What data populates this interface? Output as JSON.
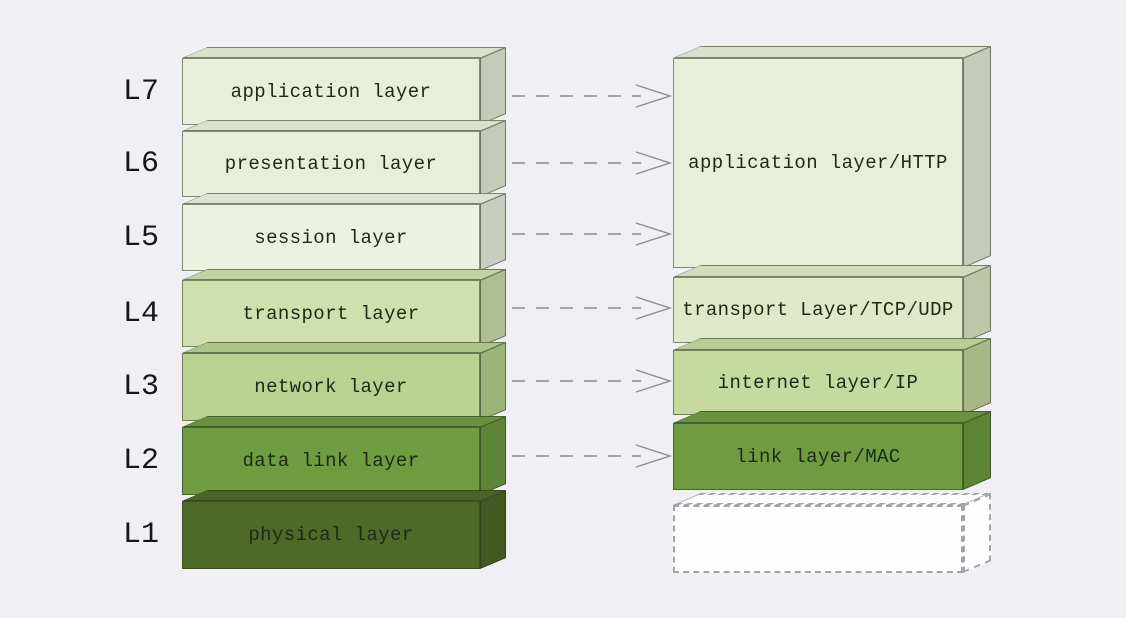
{
  "diagram": {
    "background": "#f0f0f4",
    "text_color": "#1d2912"
  },
  "osi_stack": {
    "layers": [
      {
        "id": "L7",
        "label": "application layer",
        "color": "#e7efda"
      },
      {
        "id": "L6",
        "label": "presentation layer",
        "color": "#e7efda"
      },
      {
        "id": "L5",
        "label": "session layer",
        "color": "#ebf2e0"
      },
      {
        "id": "L4",
        "label": "transport layer",
        "color": "#cfdfae"
      },
      {
        "id": "L3",
        "label": "network layer",
        "color": "#b7d291"
      },
      {
        "id": "L2",
        "label": "data link layer",
        "color": "#6f9b41"
      },
      {
        "id": "L1",
        "label": "physical layer",
        "color": "#4e6a28"
      }
    ]
  },
  "tcpip_stack": {
    "layers": [
      {
        "label": "application layer/HTTP",
        "color": "#e7efda"
      },
      {
        "label": "transport Layer/TCP/UDP",
        "color": "#dfe9c8"
      },
      {
        "label": "internet layer/IP",
        "color": "#c6da9f"
      },
      {
        "label": "link layer/MAC",
        "color": "#6f9b41"
      },
      {
        "label": "",
        "color": "#fefefe"
      }
    ]
  },
  "arrows": {
    "color": "#8c8c8c",
    "count": 6,
    "style": "dashed-open-chevron"
  }
}
